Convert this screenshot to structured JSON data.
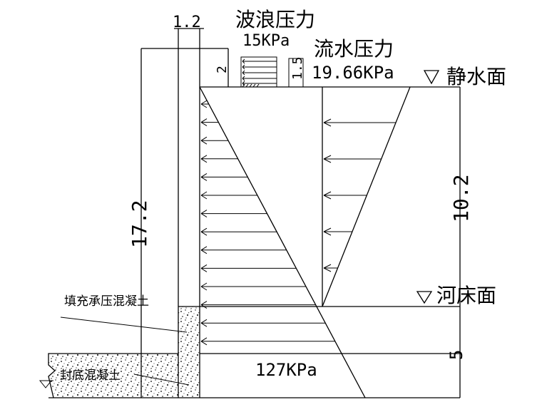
{
  "labels": {
    "wave_pressure": "波浪压力",
    "wave_pressure_value": "15KPa",
    "flow_pressure": "流水压力",
    "flow_pressure_value": "19.66KPa",
    "still_water_level": "静水面",
    "riverbed_level": "河床面",
    "fill_concrete": "填充承压混凝土",
    "seal_concrete": "封底混凝土",
    "bottom_pressure_value": "127KPa"
  },
  "dimensions": {
    "width_top": "1.2",
    "wave_height": "2",
    "wave_arrow_height": "1.5",
    "total_height": "17.2",
    "water_depth": "10.2",
    "embed_depth": "5"
  }
}
